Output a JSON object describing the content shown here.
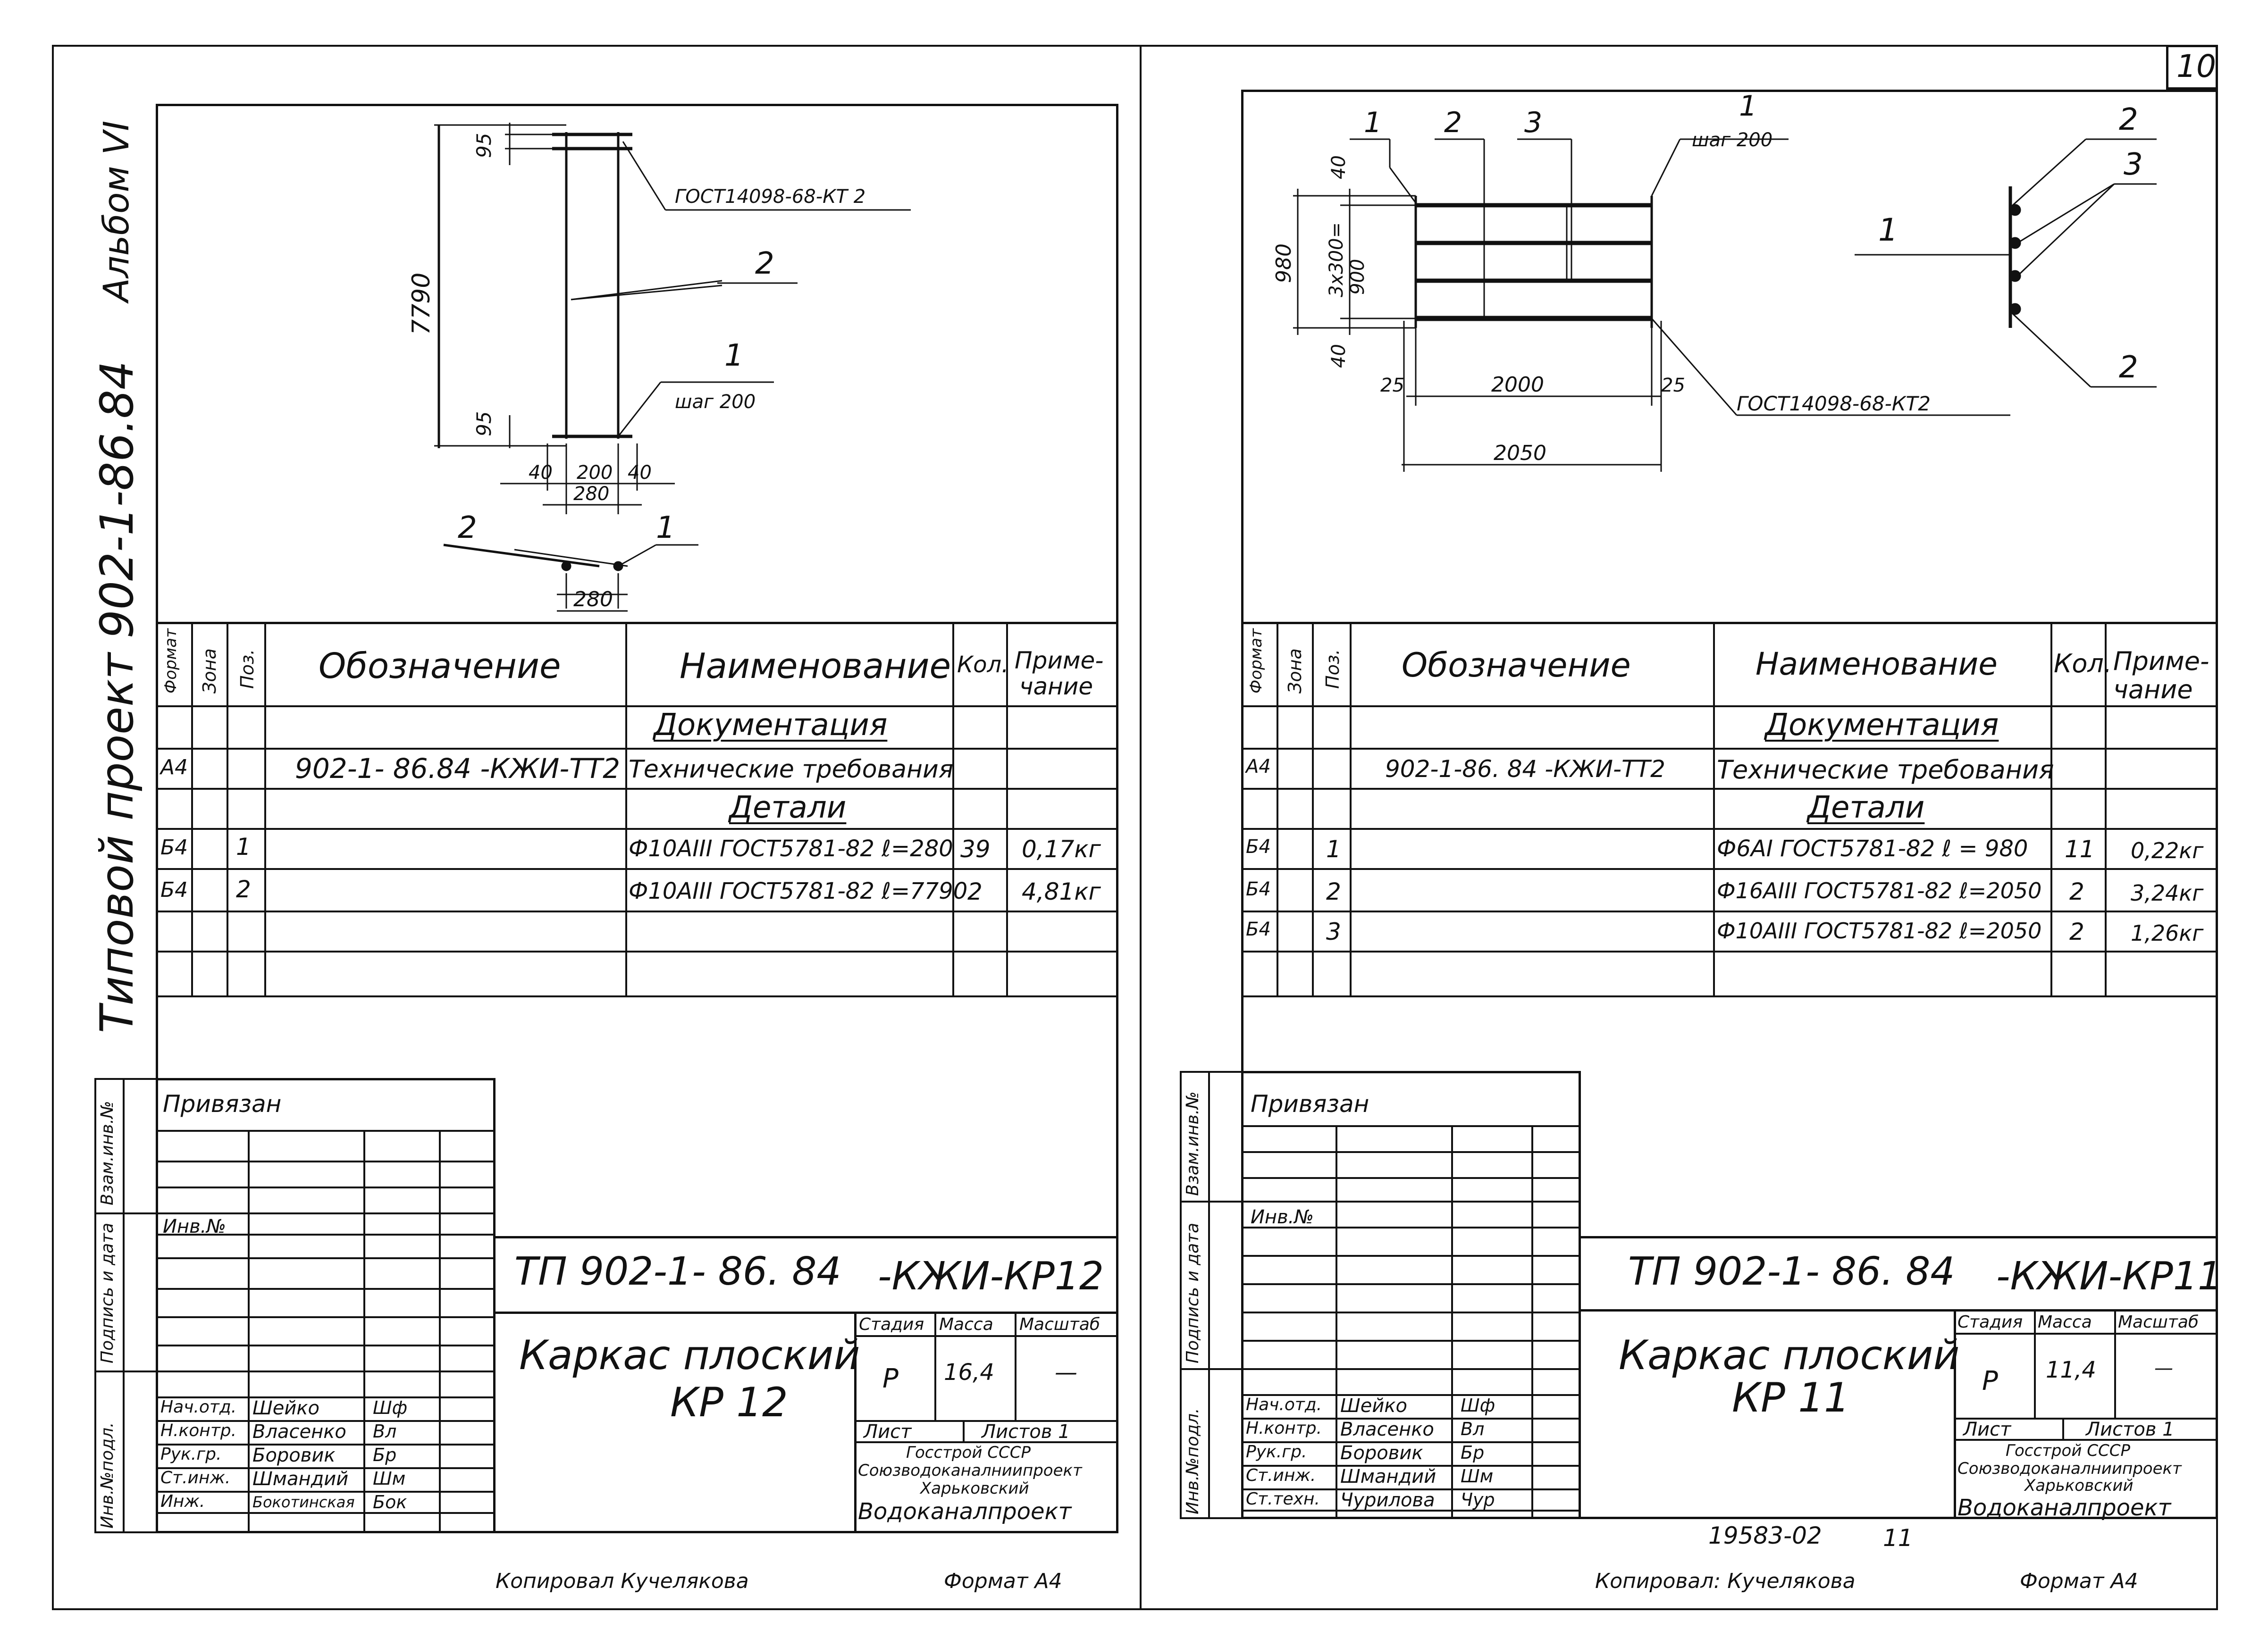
{
  "page": {
    "sheet_number": "10",
    "album_label": "Альбом VI",
    "project_label": "Типовой проект 902-1-86.84"
  },
  "left": {
    "drawing": {
      "dim_95_top": "95",
      "dim_7790": "7790",
      "dim_95_bottom": "95",
      "dim_40_l": "40",
      "dim_200": "200",
      "dim_40_r": "40",
      "dim_280": "280",
      "dim_280_b": "280",
      "weld_label": "ГОСТ14098-68-КТ 2",
      "step_label": "шаг 200",
      "pos1": "1",
      "pos2": "2",
      "pos1_b": "1",
      "pos2_b": "2"
    },
    "spec": {
      "hdr_format": "Формат",
      "hdr_zone": "Зона",
      "hdr_pos": "Поз.",
      "hdr_designation": "Обозначение",
      "hdr_name": "Наименование",
      "hdr_qty": "Кол.",
      "hdr_note_1": "Приме-",
      "hdr_note_2": "чание",
      "section_docs": "Документация",
      "section_parts": "Детали",
      "rows": [
        {
          "format": "А4",
          "pos": "",
          "designation": "902-1- 86.84 -КЖИ-ТТ2",
          "name": "Технические требования",
          "qty": "",
          "note": ""
        },
        {
          "format": "Б4",
          "pos": "1",
          "designation": "",
          "name": "Ф10АIII ГОСТ5781-82 ℓ=280",
          "qty": "39",
          "note": "0,17кг"
        },
        {
          "format": "Б4",
          "pos": "2",
          "designation": "",
          "name": "Ф10АIII ГОСТ5781-82 ℓ=7790",
          "qty": "2",
          "note": "4,81кг"
        }
      ]
    },
    "title_block": {
      "privyazan": "Привязан",
      "inv_no": "Инв.№",
      "code": "ТП 902-1- 86. 84",
      "code_suffix": "-КЖИ-КР12",
      "title_1": "Каркас плоский",
      "title_2": "КР 12",
      "stage_hdr": "Стадия",
      "mass_hdr": "Масса",
      "scale_hdr": "Масштаб",
      "stage": "Р",
      "mass": "16,4",
      "scale": "—",
      "sheet": "Лист",
      "sheets": "Листов 1",
      "org_1": "Госстрой СССР",
      "org_2": "Союзводоканалниипроект",
      "org_3": "Харьковский",
      "org_4": "Водоканалпроект",
      "signers": [
        {
          "role": "Нач.отд.",
          "name": "Шейко",
          "sign": "Шф"
        },
        {
          "role": "Н.контр.",
          "name": "Власенко",
          "sign": "Вл"
        },
        {
          "role": "Рук.гр.",
          "name": "Боровик",
          "sign": "Бр"
        },
        {
          "role": "Ст.инж.",
          "name": "Шмандий",
          "sign": "Шм"
        },
        {
          "role": "Инж.",
          "name": "Бокотинская",
          "sign": "Бок"
        }
      ]
    },
    "side_labels": {
      "vzam": "Взам.инв.№",
      "podp": "Подпись и дата",
      "inv": "Инв.№подл."
    },
    "footer": {
      "copied": "Копировал Кучелякова",
      "format": "Формат А4"
    }
  },
  "right": {
    "drawing": {
      "pos1_a": "1",
      "pos2_a": "2",
      "pos3_a": "3",
      "pos1_step": "1",
      "step_label": "шаг 200",
      "dim_40_top": "40",
      "dim_980": "980",
      "dim_3x300": "3х300=",
      "dim_900": "900",
      "dim_40_bottom": "40",
      "dim_25_l": "25",
      "dim_2000": "2000",
      "dim_25_r": "25",
      "dim_2050": "2050",
      "weld_label": "ГОСТ14098-68-КТ2",
      "sec_pos1": "1",
      "sec_pos2_top": "2",
      "sec_pos3": "3",
      "sec_pos2_bot": "2"
    },
    "spec": {
      "hdr_format": "Формат",
      "hdr_zone": "Зона",
      "hdr_pos": "Поз.",
      "hdr_designation": "Обозначение",
      "hdr_name": "Наименование",
      "hdr_qty": "Кол.",
      "hdr_note_1": "Приме-",
      "hdr_note_2": "чание",
      "section_docs": "Документация",
      "section_parts": "Детали",
      "rows": [
        {
          "format": "А4",
          "pos": "",
          "designation": "902-1-86. 84 -КЖИ-ТТ2",
          "name": "Технические требования",
          "qty": "",
          "note": ""
        },
        {
          "format": "Б4",
          "pos": "1",
          "designation": "",
          "name": "Ф6АI ГОСТ5781-82 ℓ = 980",
          "qty": "11",
          "note": "0,22кг"
        },
        {
          "format": "Б4",
          "pos": "2",
          "designation": "",
          "name": "Ф16АIII ГОСТ5781-82 ℓ=2050",
          "qty": "2",
          "note": "3,24кг"
        },
        {
          "format": "Б4",
          "pos": "3",
          "designation": "",
          "name": "Ф10АIII ГОСТ5781-82 ℓ=2050",
          "qty": "2",
          "note": "1,26кг"
        }
      ]
    },
    "title_block": {
      "privyazan": "Привязан",
      "inv_no": "Инв.№",
      "code": "ТП 902-1- 86. 84",
      "code_suffix": "-КЖИ-КР11",
      "title_1": "Каркас плоский",
      "title_2": "КР 11",
      "stage_hdr": "Стадия",
      "mass_hdr": "Масса",
      "scale_hdr": "Масштаб",
      "stage": "Р",
      "mass": "11,4",
      "scale": "—",
      "sheet": "Лист",
      "sheets": "Листов 1",
      "org_1": "Госстрой СССР",
      "org_2": "Союзводоканалниипроект",
      "org_3": "Харьковский",
      "org_4": "Водоканалпроект",
      "signers": [
        {
          "role": "Нач.отд.",
          "name": "Шейко",
          "sign": "Шф"
        },
        {
          "role": "Н.контр.",
          "name": "Власенко",
          "sign": "Вл"
        },
        {
          "role": "Рук.гр.",
          "name": "Боровик",
          "sign": "Бр"
        },
        {
          "role": "Ст.инж.",
          "name": "Шмандий",
          "sign": "Шм"
        },
        {
          "role": "Ст.техн.",
          "name": "Чурилова",
          "sign": "Чур"
        }
      ]
    },
    "side_labels": {
      "vzam": "Взам.инв.№",
      "podp": "Подпись и дата",
      "inv": "Инв.№подл."
    },
    "doc_number": "19583-02",
    "doc_number_sheet": "11",
    "footer": {
      "copied": "Копировал: Кучелякова",
      "format": "Формат А4"
    }
  }
}
